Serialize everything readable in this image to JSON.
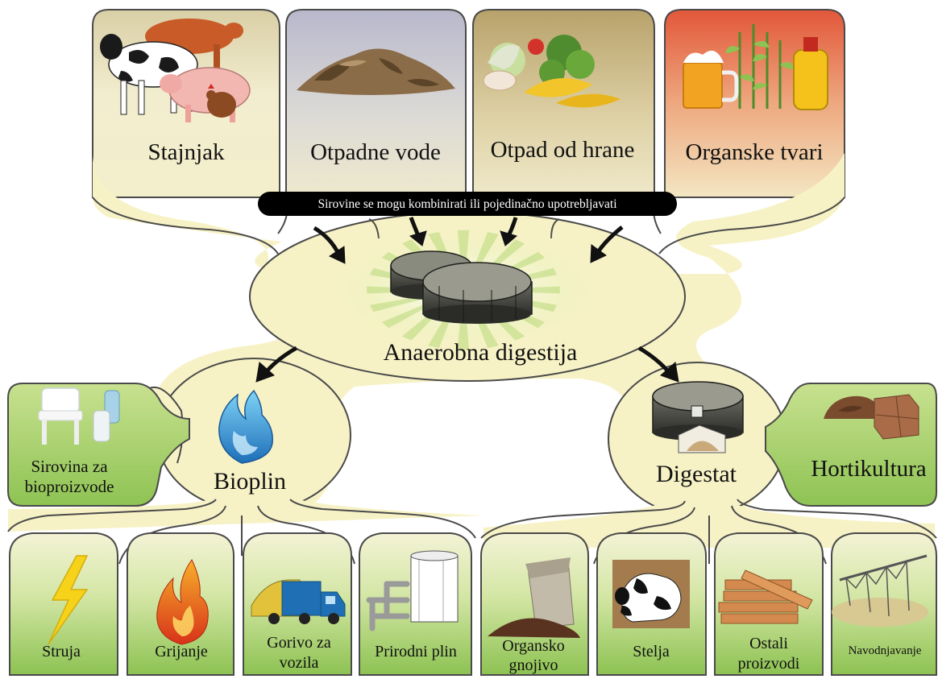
{
  "inputs": [
    {
      "label": "Stajnjak",
      "icon": "livestock-icon"
    },
    {
      "label": "Otpadne vode",
      "icon": "sludge-pile-icon"
    },
    {
      "label": "Otpad od hrane",
      "icon": "food-scraps-icon"
    },
    {
      "label": "Organske tvari",
      "icon": "organic-matter-icon"
    }
  ],
  "banner": "Sirovine se mogu kombinirati ili pojedinačno upotrebljavati",
  "center": {
    "label": "Anaerobna digestija",
    "icon": "digester-tanks-icon"
  },
  "bioplin": {
    "label": "Bioplin",
    "icon": "blue-flame-icon",
    "side": {
      "label_line1": "Sirovina za",
      "label_line2": "bioproizvode",
      "icon": "plastic-products-icon"
    },
    "outputs": [
      {
        "line1": "Struja",
        "line2": "",
        "icon": "lightning-icon"
      },
      {
        "line1": "Grijanje",
        "line2": "",
        "icon": "fire-icon"
      },
      {
        "line1": "Gorivo za",
        "line2": "vozila",
        "icon": "garbage-truck-icon"
      },
      {
        "line1": "Prirodni plin",
        "line2": "",
        "icon": "gas-plant-icon"
      }
    ]
  },
  "digestat": {
    "label": "Digestat",
    "icon": "digestate-tank-icon",
    "side": {
      "label": "Hortikultura",
      "icon": "peat-pots-icon"
    },
    "outputs": [
      {
        "line1": "Organsko",
        "line2": "gnojivo",
        "icon": "fertilizer-bag-icon"
      },
      {
        "line1": "Stelja",
        "line2": "",
        "icon": "cow-bedding-icon"
      },
      {
        "line1": "Ostali",
        "line2": "proizvodi",
        "icon": "lumber-icon"
      },
      {
        "line1": "Navodnjavanje",
        "line2": "",
        "icon": "irrigation-pivot-icon"
      }
    ]
  },
  "colors": {
    "cream": "#f7f2c6",
    "outline": "#4a4a4a",
    "green_top": "#f1f2d2",
    "green_bottom": "#8ec353",
    "input1": "#ede4bf",
    "input2": "#c9c9d8",
    "input3": "#c9b483",
    "input4": "#e8765a",
    "tank": "#3f3f3b",
    "banner_bg": "#000000"
  }
}
